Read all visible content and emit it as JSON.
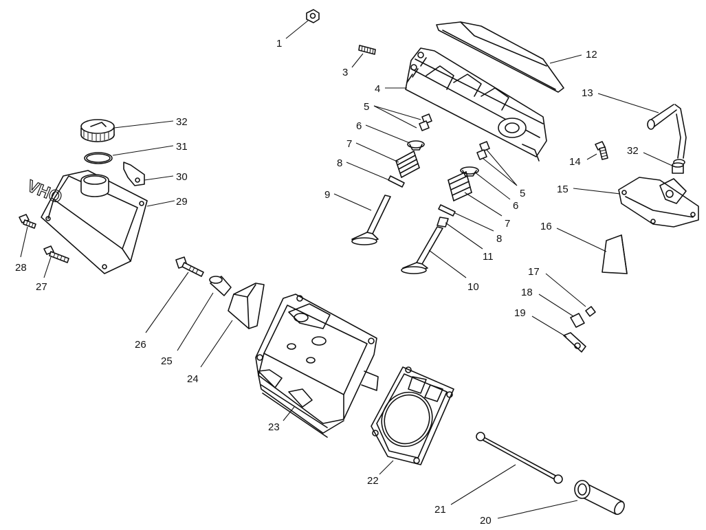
{
  "callouts": [
    {
      "id": "c1",
      "label": "1"
    },
    {
      "id": "c3",
      "label": "3"
    },
    {
      "id": "c4",
      "label": "4"
    },
    {
      "id": "c5a",
      "label": "5"
    },
    {
      "id": "c6a",
      "label": "6"
    },
    {
      "id": "c7a",
      "label": "7"
    },
    {
      "id": "c8a",
      "label": "8"
    },
    {
      "id": "c9",
      "label": "9"
    },
    {
      "id": "c5b",
      "label": "5"
    },
    {
      "id": "c6b",
      "label": "6"
    },
    {
      "id": "c7b",
      "label": "7"
    },
    {
      "id": "c8b",
      "label": "8"
    },
    {
      "id": "c11",
      "label": "11"
    },
    {
      "id": "c10",
      "label": "10"
    },
    {
      "id": "c12",
      "label": "12"
    },
    {
      "id": "c13",
      "label": "13"
    },
    {
      "id": "c14",
      "label": "14"
    },
    {
      "id": "c32b",
      "label": "32"
    },
    {
      "id": "c15",
      "label": "15"
    },
    {
      "id": "c16",
      "label": "16"
    },
    {
      "id": "c17",
      "label": "17"
    },
    {
      "id": "c18",
      "label": "18"
    },
    {
      "id": "c19",
      "label": "19"
    },
    {
      "id": "c20",
      "label": "20"
    },
    {
      "id": "c21",
      "label": "21"
    },
    {
      "id": "c22",
      "label": "22"
    },
    {
      "id": "c23",
      "label": "23"
    },
    {
      "id": "c24",
      "label": "24"
    },
    {
      "id": "c25",
      "label": "25"
    },
    {
      "id": "c26",
      "label": "26"
    },
    {
      "id": "c27",
      "label": "27"
    },
    {
      "id": "c28",
      "label": "28"
    },
    {
      "id": "c29",
      "label": "29"
    },
    {
      "id": "c30",
      "label": "30"
    },
    {
      "id": "c31",
      "label": "31"
    },
    {
      "id": "c32a",
      "label": "32"
    }
  ],
  "cover_lettering": "OHV"
}
